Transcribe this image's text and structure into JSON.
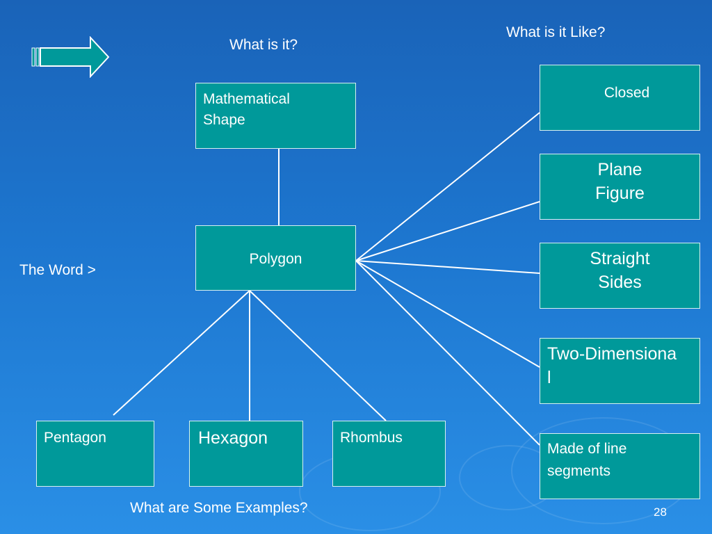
{
  "headings": {
    "what_is_it": "What is it?",
    "what_is_it_like": "What is it Like?",
    "examples": "What are Some Examples?",
    "the_word": "The Word >"
  },
  "boxes": {
    "category": "Mathematical Shape",
    "word": "Polygon",
    "properties": [
      "Closed",
      "Plane Figure",
      "Straight Sides",
      "Two-Dimensional",
      "Made of line segments"
    ],
    "examples": [
      "Pentagon",
      "Hexagon",
      "Rhombus"
    ]
  },
  "slide_number": "28",
  "colors": {
    "box_fill": "#00999a",
    "background": "#1d76cf",
    "arrow_fill": "#00999a"
  },
  "icons": {
    "nav": "right-arrow-icon"
  }
}
